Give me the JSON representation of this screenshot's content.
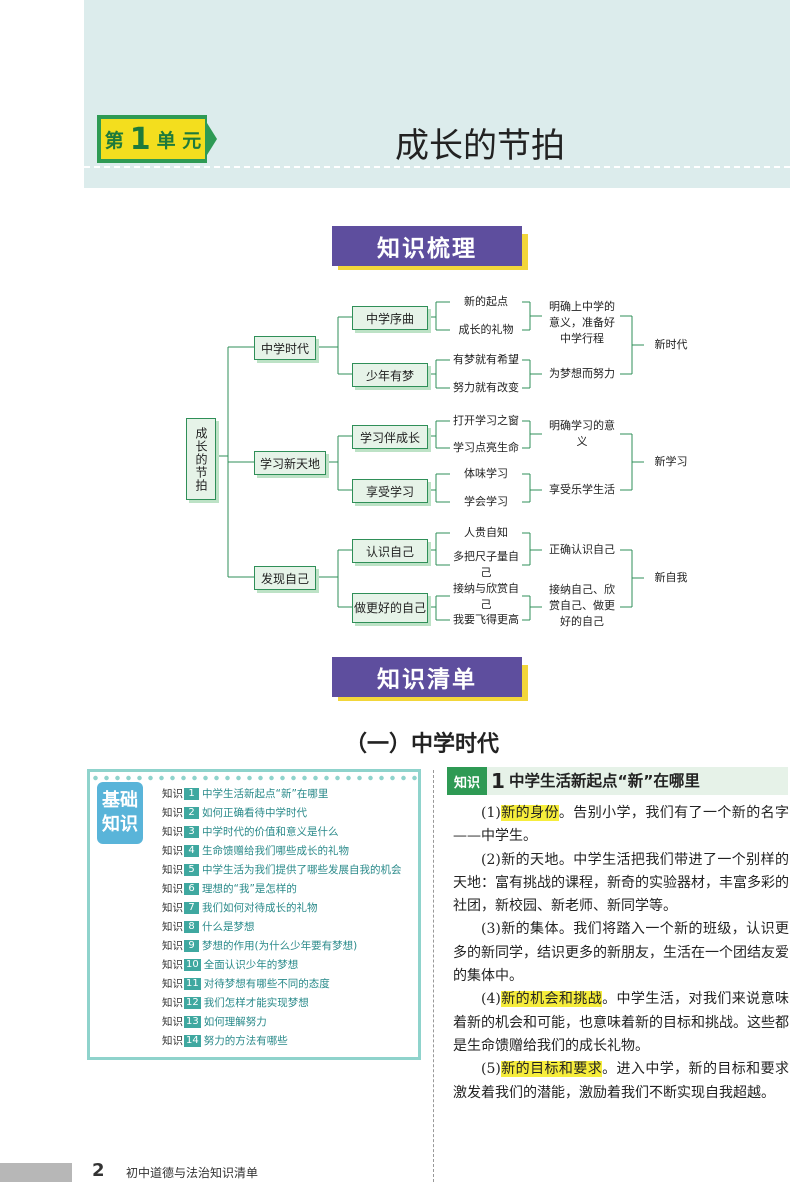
{
  "unit": {
    "tag_prefix": "第",
    "tag_number": "1",
    "tag_suffix": "单 元",
    "title": "成长的节拍"
  },
  "sections": {
    "overview": "知识梳理",
    "checklist": "知识清单"
  },
  "mindmap": {
    "root": "成长的节拍",
    "branches": [
      {
        "label": "中学时代",
        "topics": [
          {
            "label": "中学序曲",
            "points": [
              "新的起点",
              "成长的礼物"
            ],
            "summary": "明确上中学的意义，准备好中学行程"
          },
          {
            "label": "少年有梦",
            "points": [
              "有梦就有希望",
              "努力就有改变"
            ],
            "summary": "为梦想而努力"
          }
        ],
        "conclusion": "新时代"
      },
      {
        "label": "学习新天地",
        "topics": [
          {
            "label": "学习伴成长",
            "points": [
              "打开学习之窗",
              "学习点亮生命"
            ],
            "summary": "明确学习的意义"
          },
          {
            "label": "享受学习",
            "points": [
              "体味学习",
              "学会学习"
            ],
            "summary": "享受乐学生活"
          }
        ],
        "conclusion": "新学习"
      },
      {
        "label": "发现自己",
        "topics": [
          {
            "label": "认识自己",
            "points": [
              "人贵自知",
              "多把尺子量自己"
            ],
            "summary": "正确认识自己"
          },
          {
            "label": "做更好的自己",
            "points": [
              "接纳与欣赏自己",
              "我要飞得更高"
            ],
            "summary": "接纳自己、欣赏自己、做更好的自己"
          }
        ],
        "conclusion": "新自我"
      }
    ]
  },
  "subsection_title": "（一）中学时代",
  "basic_box": {
    "badge_line1": "基础",
    "badge_line2": "知识",
    "item_prefix": "知识",
    "items": [
      {
        "n": "1",
        "t": "中学生活新起点“新”在哪里"
      },
      {
        "n": "2",
        "t": "如何正确看待中学时代"
      },
      {
        "n": "3",
        "t": "中学时代的价值和意义是什么"
      },
      {
        "n": "4",
        "t": "生命馈赠给我们哪些成长的礼物"
      },
      {
        "n": "5",
        "t": "中学生活为我们提供了哪些发展自我的机会"
      },
      {
        "n": "6",
        "t": "理想的“我”是怎样的"
      },
      {
        "n": "7",
        "t": "我们如何对待成长的礼物"
      },
      {
        "n": "8",
        "t": "什么是梦想"
      },
      {
        "n": "9",
        "t": "梦想的作用(为什么少年要有梦想)"
      },
      {
        "n": "10",
        "t": "全面认识少年的梦想"
      },
      {
        "n": "11",
        "t": "对待梦想有哪些不同的态度"
      },
      {
        "n": "12",
        "t": "我们怎样才能实现梦想"
      },
      {
        "n": "13",
        "t": "如何理解努力"
      },
      {
        "n": "14",
        "t": "努力的方法有哪些"
      }
    ]
  },
  "knowledge": {
    "tag": "知识",
    "number": "1",
    "title": "中学生活新起点“新”在哪里",
    "paragraphs": [
      {
        "pre": "(1)",
        "hl": "新的身份",
        "post": "。告别小学，我们有了一个新的名字——中学生。"
      },
      {
        "pre": "(2)新的天地。中学生活把我们带进了一个别样的天地：富有挑战的课程，新奇的实验器材，丰富多彩的社团，新校园、新老师、新同学等。",
        "hl": "",
        "post": ""
      },
      {
        "pre": "(3)新的集体。我们将踏入一个新的班级，认识更多的新同学，结识更多的新朋友，生活在一个团结友爱的集体中。",
        "hl": "",
        "post": ""
      },
      {
        "pre": "(4)",
        "hl": "新的机会和挑战",
        "post": "。中学生活，对我们来说意味着新的机会和可能，也意味着新的目标和挑战。这些都是生命馈赠给我们的成长礼物。"
      },
      {
        "pre": "(5)",
        "hl": "新的目标和要求",
        "post": "。进入中学，新的目标和要求激发着我们的潜能，激励着我们不断实现自我超越。"
      }
    ]
  },
  "footer": {
    "page_number": "2",
    "book_title": "初中道德与法治知识清单"
  },
  "colors": {
    "header_bg": "#dcecec",
    "brand_green": "#2e9a54",
    "banner_purple": "#5e4e9e",
    "banner_yellow": "#f2d63a",
    "highlight": "#f6ed3c",
    "teal": "#3fa8a0"
  }
}
